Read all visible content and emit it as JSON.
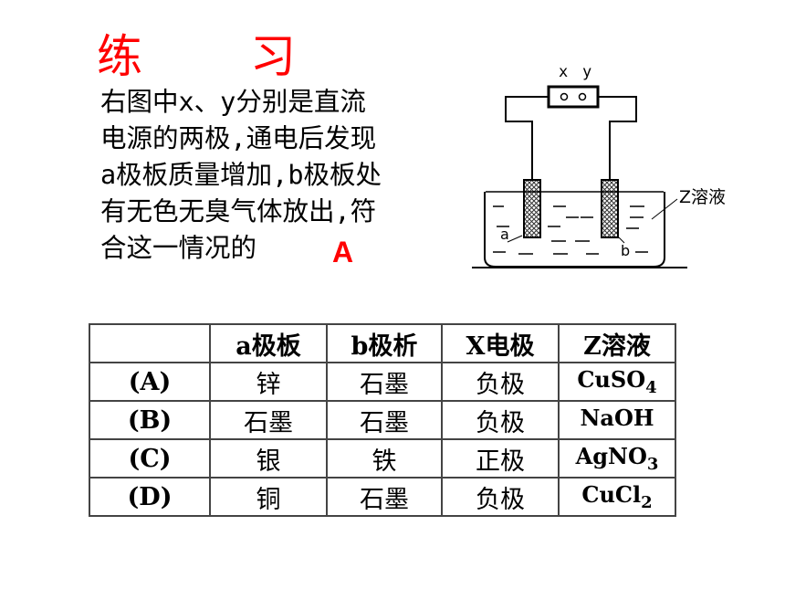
{
  "title": "练　习",
  "question": "右图中x、y分别是直流\n电源的两极,通电后发现\na极板质量增加,b极板处\n有无色无臭气体放出,符\n合这一情况的",
  "answer": "A",
  "figure": {
    "labels": {
      "x": "x",
      "y": "y",
      "z": "Z溶液",
      "a": "a",
      "b": "b"
    }
  },
  "table": {
    "headers": [
      "",
      "a极板",
      "b极析",
      "X电极",
      "Z溶液"
    ],
    "rows": [
      {
        "option": "(A)",
        "a": "锌",
        "b": "石墨",
        "x": "负极",
        "z_main": "CuSO",
        "z_sub": "4"
      },
      {
        "option": "(B)",
        "a": "石墨",
        "b": "石墨",
        "x": "负极",
        "z_main": "NaOH",
        "z_sub": ""
      },
      {
        "option": "(C)",
        "a": "银",
        "b": "铁",
        "x": "正极",
        "z_main": "AgNO",
        "z_sub": "3"
      },
      {
        "option": "(D)",
        "a": "铜",
        "b": "石墨",
        "x": "负极",
        "z_main": "CuCl",
        "z_sub": "2"
      }
    ]
  }
}
